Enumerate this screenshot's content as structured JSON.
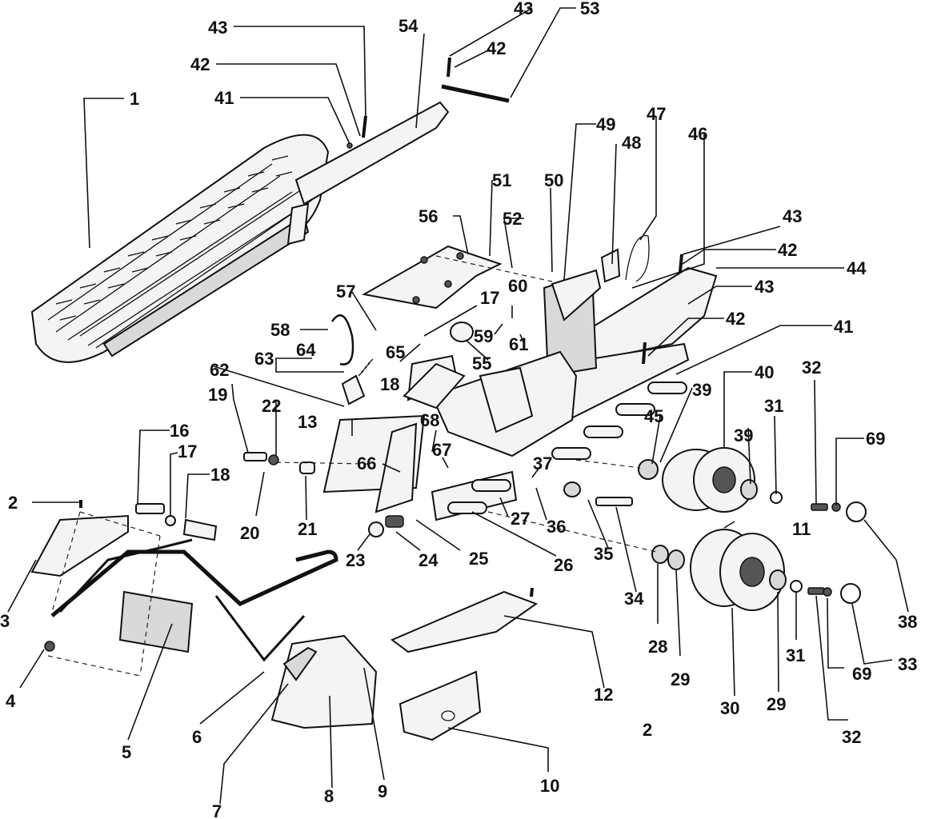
{
  "labels": {
    "l1": "1",
    "l2a": "2",
    "l2b": "2",
    "l3": "3",
    "l4": "4",
    "l5": "5",
    "l6": "6",
    "l7": "7",
    "l8": "8",
    "l9": "9",
    "l10": "10",
    "l11": "11",
    "l12": "12",
    "l13": "13",
    "l16": "16",
    "l17a": "17",
    "l17b": "17",
    "l18a": "18",
    "l18b": "18",
    "l19": "19",
    "l20": "20",
    "l21": "21",
    "l22": "22",
    "l23": "23",
    "l24": "24",
    "l25": "25",
    "l26": "26",
    "l27": "27",
    "l28": "28",
    "l29a": "29",
    "l29b": "29",
    "l30": "30",
    "l31a": "31",
    "l31b": "31",
    "l32a": "32",
    "l32b": "32",
    "l33": "33",
    "l34": "34",
    "l35": "35",
    "l36": "36",
    "l37": "37",
    "l38": "38",
    "l39a": "39",
    "l39b": "39",
    "l40": "40",
    "l41a": "41",
    "l41b": "41",
    "l42a": "42",
    "l42b": "42",
    "l42c": "42",
    "l42d": "42",
    "l43a": "43",
    "l43b": "43",
    "l43c": "43",
    "l43d": "43",
    "l44": "44",
    "l45": "45",
    "l46": "46",
    "l47": "47",
    "l48": "48",
    "l49": "49",
    "l50": "50",
    "l51": "51",
    "l52": "52",
    "l53": "53",
    "l54": "54",
    "l55": "55",
    "l56": "56",
    "l57": "57",
    "l58": "58",
    "l59": "59",
    "l60": "60",
    "l61": "61",
    "l62": "62",
    "l63": "63",
    "l64": "64",
    "l65": "65",
    "l66": "66",
    "l67": "67",
    "l68": "68",
    "l69a": "69",
    "l69b": "69"
  }
}
